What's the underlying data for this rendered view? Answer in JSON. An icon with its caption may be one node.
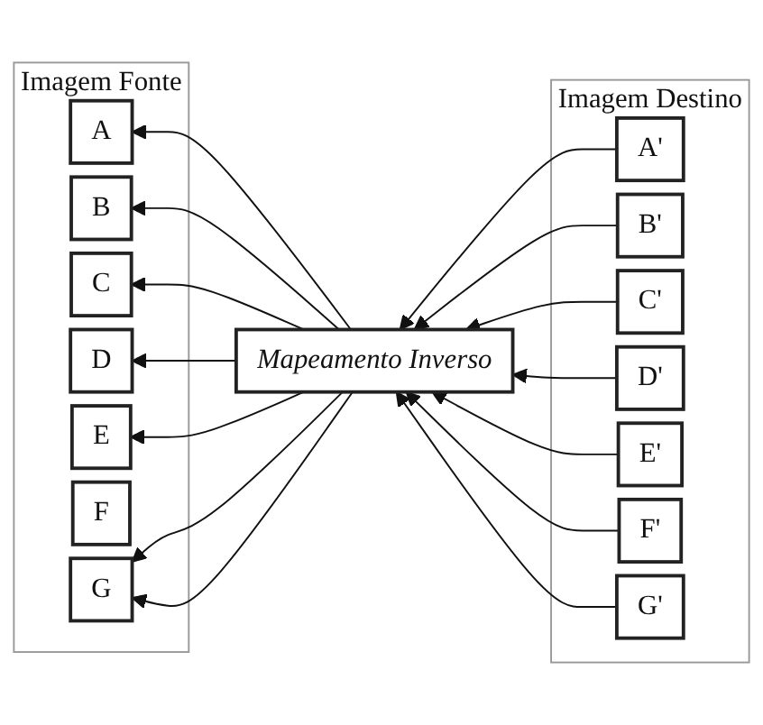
{
  "diagram": {
    "nodes": [
      {
        "text": [
          "Imagem Fonte"
        ]
      },
      {
        "text": [
          "A"
        ],
        "in": 0
      },
      {
        "text": [
          "B"
        ],
        "in": 0
      },
      {
        "text": [
          "C"
        ],
        "in": 0
      },
      {
        "text": [
          "D"
        ],
        "in": 0
      },
      {
        "text": [
          "E"
        ],
        "in": 0
      },
      {
        "text": [
          "F"
        ],
        "in": 0
      },
      {
        "text": [
          "G"
        ],
        "in": 0
      },
      {
        "text": [
          "Mapeamento Inverso"
        ]
      },
      {
        "text": [
          "Imagem Destino"
        ]
      },
      {
        "text": [
          "A'"
        ],
        "in": 9
      },
      {
        "text": [
          "B'"
        ],
        "in": 9
      },
      {
        "text": [
          "C'"
        ],
        "in": 9
      },
      {
        "text": [
          "D'"
        ],
        "in": 9
      },
      {
        "text": [
          "E'"
        ],
        "in": 9
      },
      {
        "text": [
          "F'"
        ],
        "in": 9
      },
      {
        "text": [
          "G'"
        ],
        "in": 9
      }
    ],
    "edges": [
      {
        "from": 8,
        "to": 1,
        "arrow": "to"
      },
      {
        "from": 8,
        "to": 2,
        "arrow": "to"
      },
      {
        "from": 8,
        "to": 3,
        "arrow": "to"
      },
      {
        "from": 8,
        "to": 4,
        "arrow": "to"
      },
      {
        "from": 8,
        "to": 5,
        "arrow": "to"
      },
      {
        "from": 8,
        "to": 7,
        "arrow": "to"
      },
      {
        "from": 8,
        "to": 7,
        "arrow": "to"
      },
      {
        "from": 10,
        "to": 8,
        "arrow": "to"
      },
      {
        "from": 11,
        "to": 8,
        "arrow": "to"
      },
      {
        "from": 12,
        "to": 8,
        "arrow": "to"
      },
      {
        "from": 13,
        "to": 8,
        "arrow": "to"
      },
      {
        "from": 14,
        "to": 8,
        "arrow": "to"
      },
      {
        "from": 15,
        "to": 8,
        "arrow": "to"
      },
      {
        "from": 16,
        "to": 8,
        "arrow": "to"
      }
    ]
  }
}
